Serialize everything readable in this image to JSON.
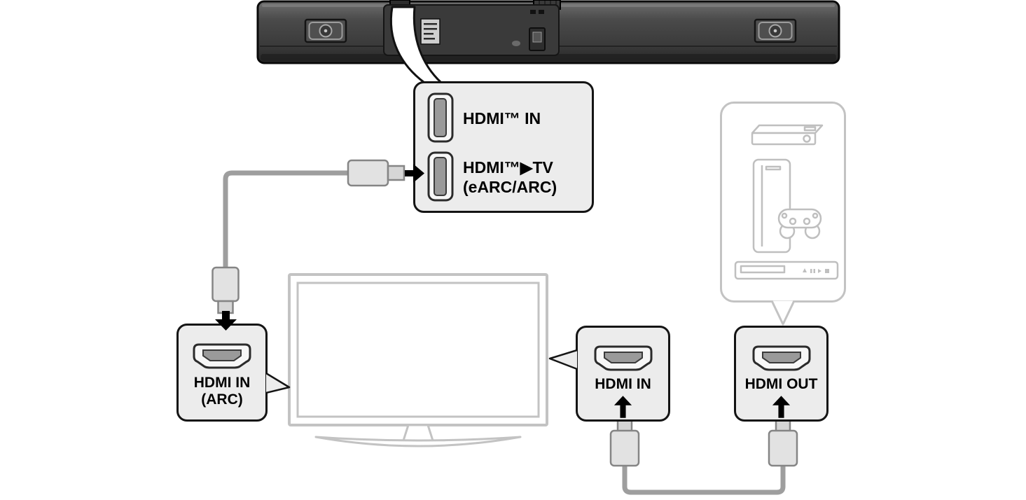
{
  "balloon": {
    "port_top_label": "HDMI™ IN",
    "port_bottom_label_line1": "HDMI™▶TV",
    "port_bottom_label_line2": "(eARC/ARC)"
  },
  "tv_arc_port_box": {
    "line1": "HDMI IN",
    "line2": "(ARC)"
  },
  "tv_hdmi_in_box": {
    "label": "HDMI IN"
  },
  "device_hdmi_out_box": {
    "label": "HDMI OUT"
  },
  "colors": {
    "callout_fill": "#ececec",
    "callout_border": "#141414",
    "reference_gray": "#c3c3c3",
    "cable_gray": "#9e9e9e",
    "soundbar_body": "#3c3c3c",
    "plug_fill": "#e2e2e2",
    "arrow_black": "#000000"
  },
  "icons": [
    "soundbar-rear-icon",
    "wall-mount-slot-icon",
    "balloon-tail",
    "hdmi-port-icon",
    "hdmi-plug-icon",
    "arrow-right-icon",
    "arrow-down-icon",
    "arrow-up-icon",
    "tv-outline-icon",
    "set-top-box-icon",
    "game-console-icon",
    "gamepad-icon",
    "disc-player-icon"
  ]
}
